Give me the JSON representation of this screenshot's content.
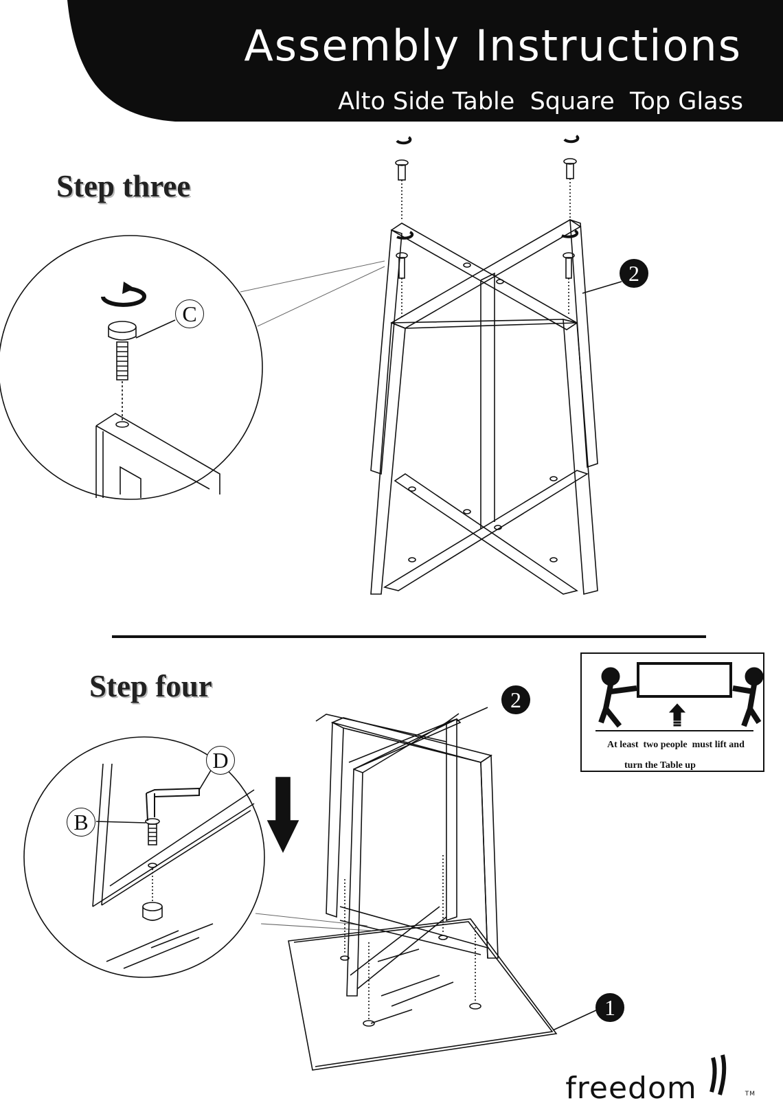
{
  "header": {
    "title": "Assembly Instructions",
    "subtitle": "Alto Side Table  Square  Top Glass"
  },
  "steps": [
    {
      "label": "Step three",
      "callouts": [
        "C",
        "2"
      ]
    },
    {
      "label": "Step four",
      "callouts": [
        "D",
        "B",
        "2",
        "1"
      ]
    }
  ],
  "warning": {
    "line1": "At least  two people  must lift and",
    "line2": "turn the Table up"
  },
  "brand": {
    "name": "freedom",
    "trademark": "TM"
  },
  "colors": {
    "ink": "#111111",
    "paper": "#ffffff"
  }
}
